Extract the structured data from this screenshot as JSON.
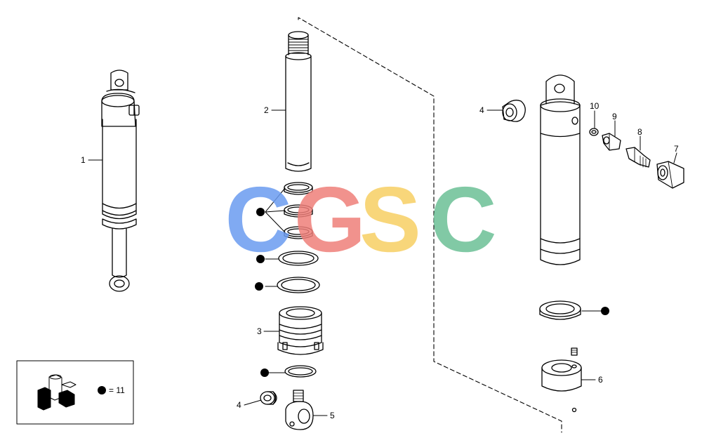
{
  "callouts": {
    "c1": "1",
    "c2": "2",
    "c3": "3",
    "c4_top": "4",
    "c4_bottom": "4",
    "c5": "5",
    "c6": "6",
    "c7": "7",
    "c8": "8",
    "c9": "9",
    "c10": "10"
  },
  "legend": {
    "kit_text": "= 11"
  },
  "watermark": {
    "letters": [
      "C",
      "G",
      "S",
      "C"
    ],
    "colors": [
      "#6b9cf0",
      "#ef7f7a",
      "#f7cf63",
      "#6cc096"
    ]
  }
}
